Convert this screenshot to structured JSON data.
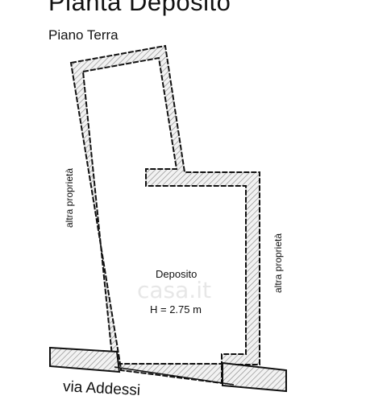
{
  "title": "Pianta Deposito",
  "floor": "Piano Terra",
  "room": {
    "name": "Deposito",
    "height": "H = 2.75 m"
  },
  "adjacent_left": "altra proprietà",
  "adjacent_right": "altra proprietà",
  "street": "via Addessi",
  "watermark": "casa.it",
  "colors": {
    "wall_hatch": "#cfcfcf",
    "line": "#111111"
  }
}
